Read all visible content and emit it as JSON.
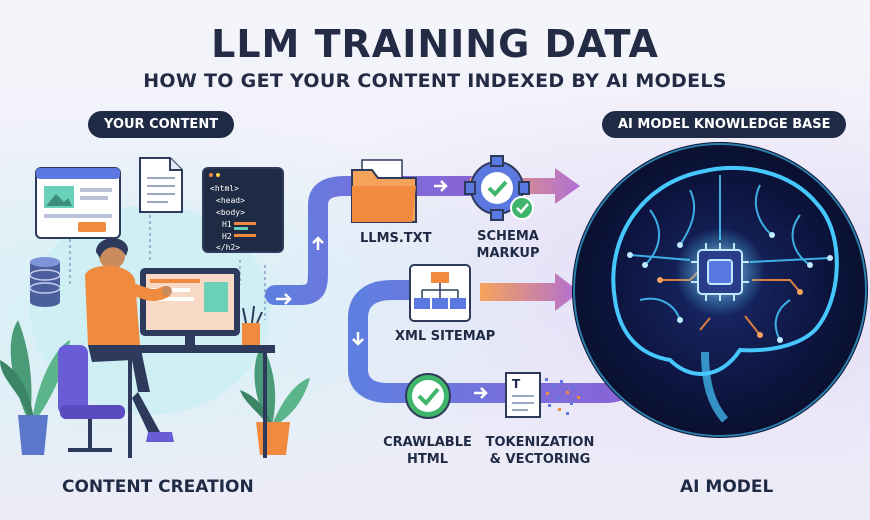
{
  "title": "LLM TRAINING DATA",
  "subtitle": "HOW TO GET YOUR CONTENT INDEXED BY AI MODELS",
  "left_pill": "YOUR CONTENT",
  "right_pill": "AI MODEL KNOWLEDGE BASE",
  "code_lines": [
    "<html>",
    "<head>",
    "<body>",
    "H1",
    "H2",
    "</h2>"
  ],
  "steps": {
    "llms": "LLMS.TXT",
    "schema_1": "SCHEMA",
    "schema_2": "MARKUP",
    "sitemap": "XML SITEMAP",
    "crawl_1": "CRAWLABLE",
    "crawl_2": "HTML",
    "token_1": "TOKENIZATION",
    "token_2": "& VECTORING"
  },
  "content_creation": "CONTENT CREATION",
  "ai_model": "AI MODEL",
  "colors": {
    "navy": "#1f2a44",
    "purple": "#6a5bd6",
    "orange": "#f08a3e",
    "neon": "#46c8ff",
    "green": "#3fb66b"
  }
}
